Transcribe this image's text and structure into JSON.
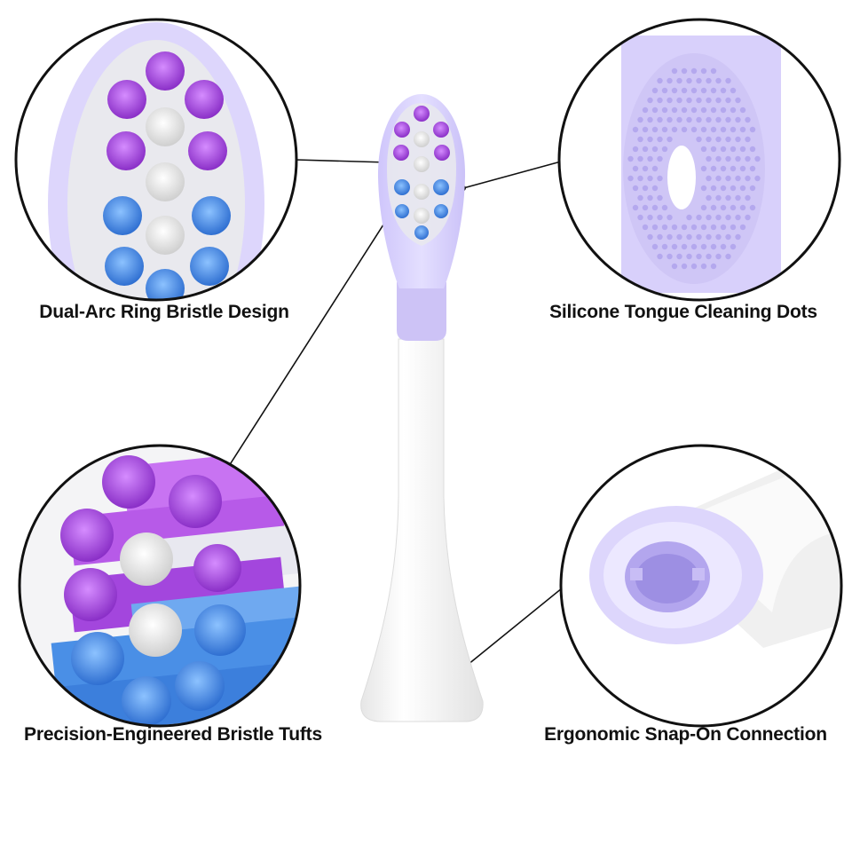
{
  "features": {
    "bristle_design": "Dual-Arc Ring Bristle Design",
    "tongue_cleaner": "Silicone Tongue Cleaning Dots",
    "bristle_tufts": "Precision-Engineered Bristle Tufts",
    "connection": "Ergonomic Snap-On Connection"
  },
  "colors": {
    "lavender": "#d9d2fb",
    "lavender_light": "#ebe7ff",
    "purple_bristle": "#a94be0",
    "blue_bristle": "#4a8fe6",
    "white_bristle": "#f2f2f2",
    "handle": "#f7f7f7",
    "outline": "#111111"
  }
}
